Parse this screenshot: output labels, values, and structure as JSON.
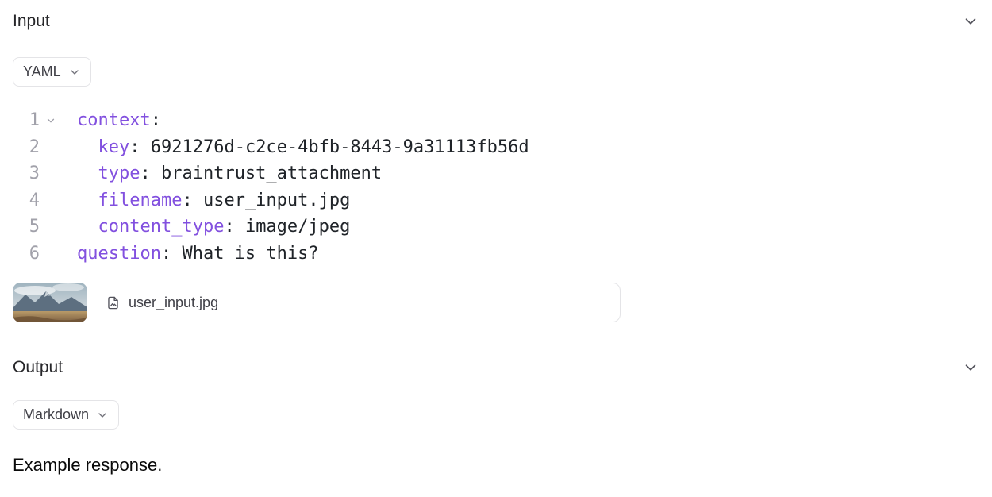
{
  "input": {
    "title": "Input",
    "format": "YAML",
    "code": [
      {
        "num": "1",
        "indent": "",
        "key": "context",
        "rest": ":"
      },
      {
        "num": "2",
        "indent": "  ",
        "key": "key",
        "rest": ": 6921276d-c2ce-4bfb-8443-9a31113fb56d"
      },
      {
        "num": "3",
        "indent": "  ",
        "key": "type",
        "rest": ": braintrust_attachment"
      },
      {
        "num": "4",
        "indent": "  ",
        "key": "filename",
        "rest": ": user_input.jpg"
      },
      {
        "num": "5",
        "indent": "  ",
        "key": "content_type",
        "rest": ": image/jpeg"
      },
      {
        "num": "6",
        "indent": "",
        "key": "question",
        "rest": ": What is this?"
      }
    ],
    "attachment": {
      "filename": "user_input.jpg"
    }
  },
  "output": {
    "title": "Output",
    "format": "Markdown",
    "response": "Example response."
  },
  "colors": {
    "yaml_key": "#8250df",
    "border": "#e4e4e7"
  }
}
